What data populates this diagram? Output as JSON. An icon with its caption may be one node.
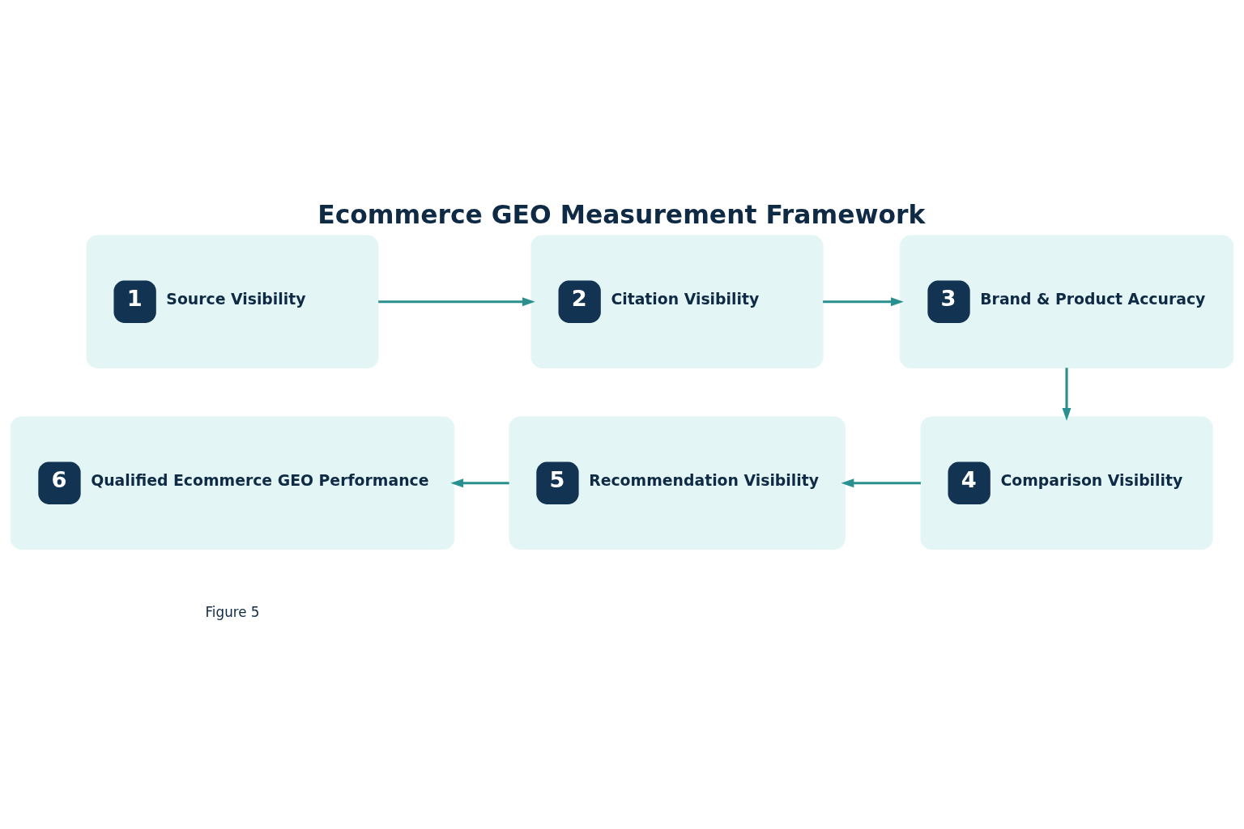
{
  "diagram": {
    "title": "Ecommerce GEO Measurement Framework",
    "nodes": [
      {
        "text": [
          "1",
          "Source Visibility"
        ]
      },
      {
        "text": [
          "2",
          "Citation Visibility"
        ]
      },
      {
        "text": [
          "3",
          "Brand & Product Accuracy"
        ]
      },
      {
        "text": [
          "4",
          "Comparison Visibility"
        ]
      },
      {
        "text": [
          "5",
          "Recommendation Visibility"
        ]
      },
      {
        "text": [
          "6",
          "Qualified Ecommerce GEO Performance"
        ]
      }
    ],
    "edges": [
      {
        "from": 0,
        "to": 1,
        "arrow": "to"
      },
      {
        "from": 1,
        "to": 2,
        "arrow": "to"
      },
      {
        "from": 2,
        "to": 3,
        "arrow": "to"
      },
      {
        "from": 3,
        "to": 4,
        "arrow": "to"
      },
      {
        "from": 4,
        "to": 5,
        "arrow": "to"
      }
    ],
    "labels": [
      "Figure 5"
    ]
  }
}
